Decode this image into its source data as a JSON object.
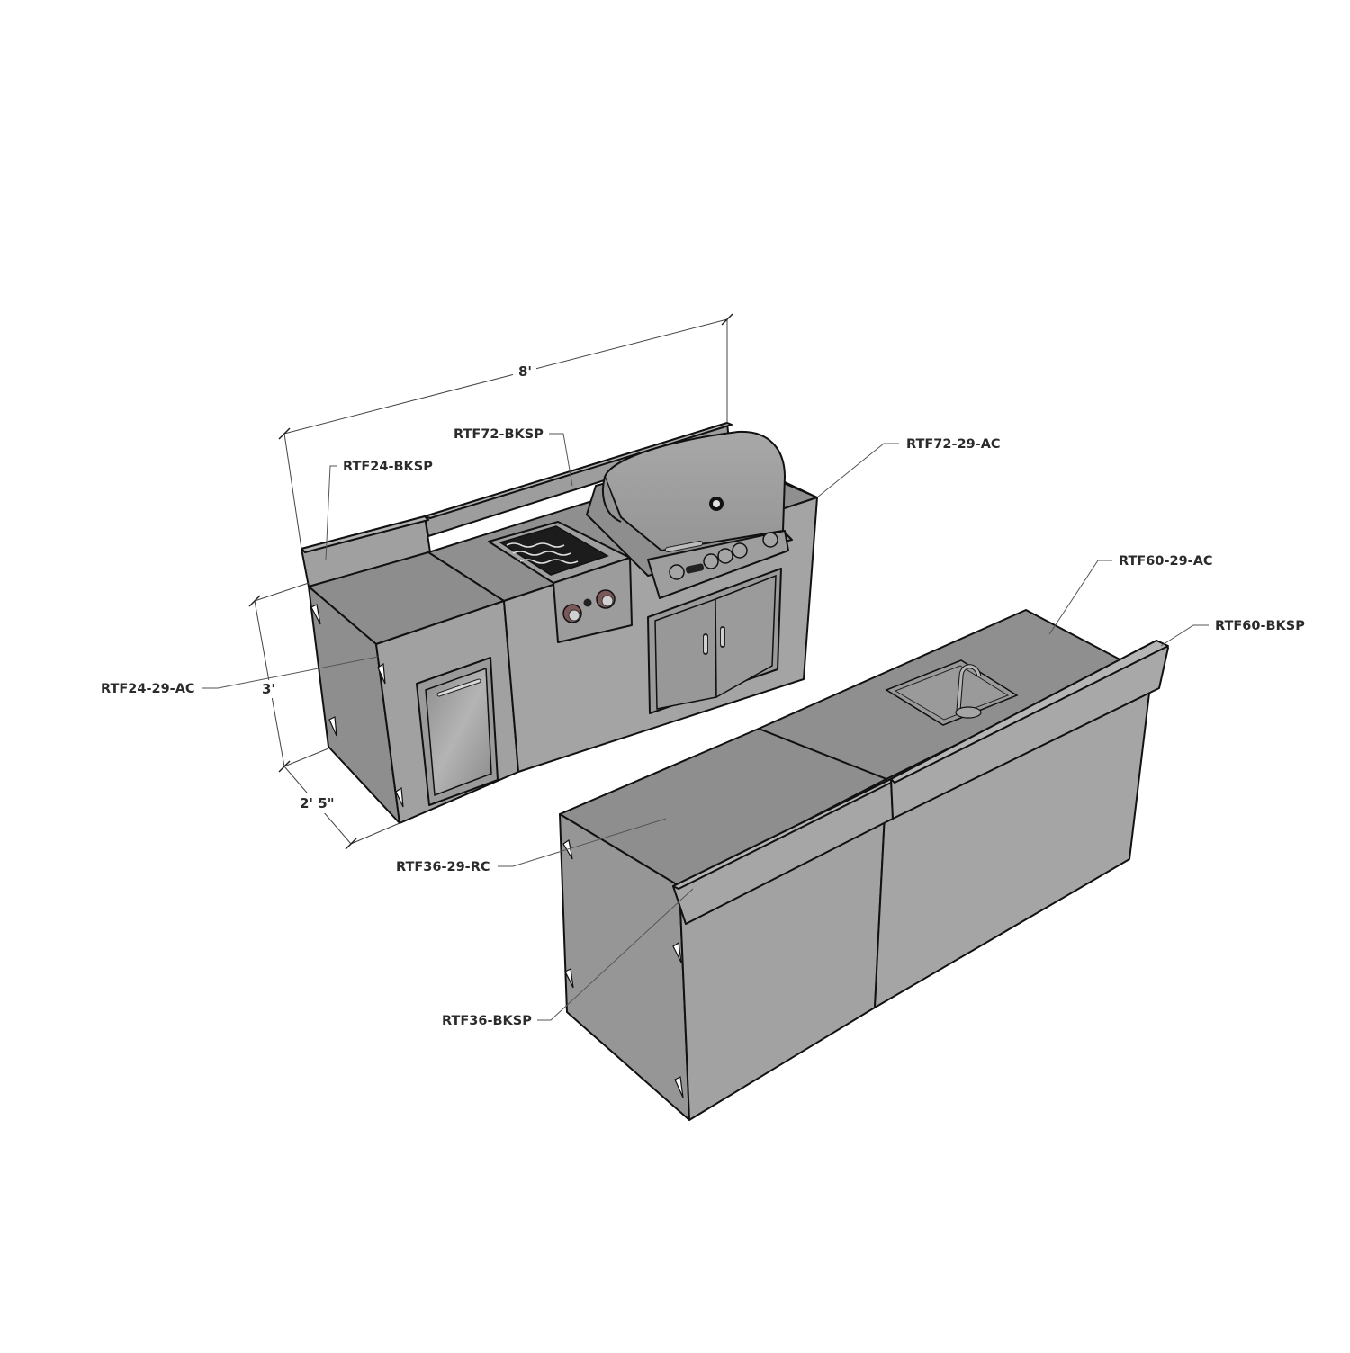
{
  "diagram": {
    "type": "isometric outdoor kitchen layout",
    "dimensions": {
      "length": "8'",
      "height": "3'",
      "depth": "2' 5\""
    },
    "callouts": {
      "rtf24_bksp": "RTF24-BKSP",
      "rtf72_bksp": "RTF72-BKSP",
      "rtf72_29_ac": "RTF72-29-AC",
      "rtf24_29_ac": "RTF24-29-AC",
      "rtf60_29_ac": "RTF60-29-AC",
      "rtf60_bksp": "RTF60-BKSP",
      "rtf36_29_rc": "RTF36-29-RC",
      "rtf36_bksp": "RTF36-BKSP"
    },
    "components": [
      {
        "name": "grill-island",
        "parts": [
          "RTF24-29-AC",
          "RTF72-29-AC",
          "RTF24-BKSP",
          "RTF72-BKSP"
        ],
        "appliances": [
          "built-in grill",
          "double side burner",
          "double access doors",
          "trash drawer"
        ]
      },
      {
        "name": "bar-island",
        "parts": [
          "RTF36-29-RC",
          "RTF60-29-AC",
          "RTF36-BKSP",
          "RTF60-BKSP"
        ],
        "appliances": [
          "bar sink with faucet"
        ]
      }
    ],
    "colors": {
      "top": "#8f8f8f",
      "front": "#a3a3a3",
      "side": "#959595",
      "steel": "#9c9c9c",
      "background": "#ffffff"
    }
  }
}
